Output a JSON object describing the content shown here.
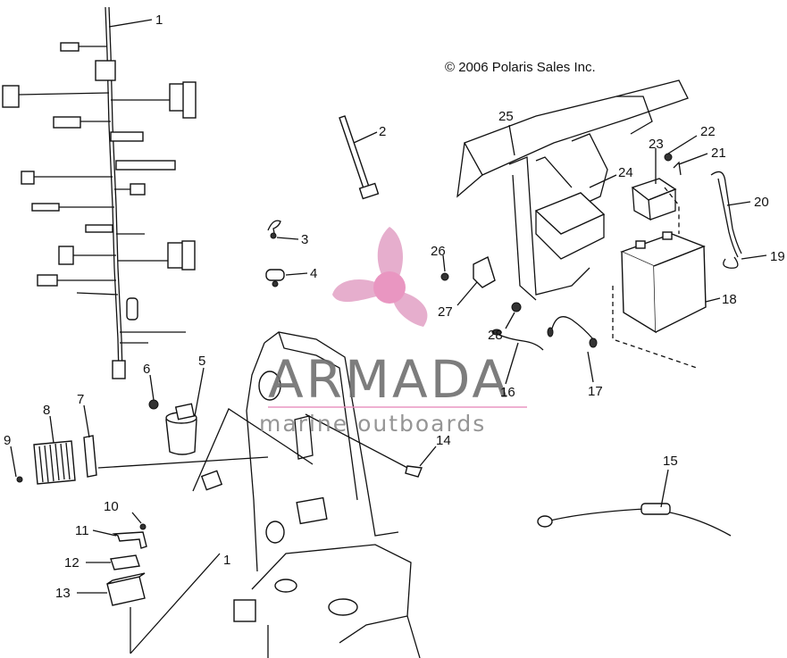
{
  "copyright": "© 2006 Polaris Sales Inc.",
  "watermark": {
    "title": "ARMADA",
    "subtitle": "marine outboards",
    "logo_icon": "propeller-icon",
    "logo_color": "#e4a6c8",
    "accent_color": "#e78bbb"
  },
  "callouts": {
    "p1": "1",
    "p1b": "1",
    "p2": "2",
    "p3": "3",
    "p4": "4",
    "p5": "5",
    "p6": "6",
    "p7": "7",
    "p8": "8",
    "p9": "9",
    "p10": "10",
    "p11": "11",
    "p12": "12",
    "p13": "13",
    "p14": "14",
    "p15": "15",
    "p16": "16",
    "p17": "17",
    "p18": "18",
    "p19": "19",
    "p20": "20",
    "p21": "21",
    "p22": "22",
    "p23": "23",
    "p24": "24",
    "p25": "25",
    "p26": "26",
    "p27": "27",
    "p28": "28"
  }
}
